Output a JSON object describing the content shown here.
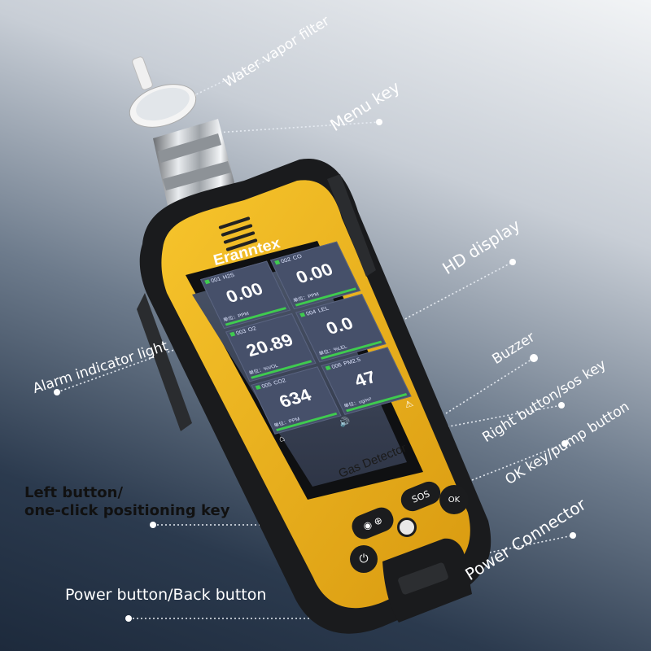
{
  "labels": {
    "water_vapor_filter": "Water vapor filter",
    "menu_key": "Menu key",
    "hd_display": "HD display",
    "buzzer": "Buzzer",
    "right_button": "Right button/sos key",
    "ok_key": "OK key/pump button",
    "power_connector": "Power Connector",
    "alarm_light": "Alarm indicator light",
    "left_button_line1": "Left button/",
    "left_button_line2": "one-click positioning key",
    "power_button": "Power button/Back button"
  },
  "device": {
    "brand": "Eranntex",
    "screen_title": "Gas Detector",
    "sos_key": "SOS",
    "ok_key": "OK",
    "screen_footer_left": "⌂",
    "screen_footer_mid": "🔊",
    "screen_footer_right": "⚠",
    "tiles": [
      {
        "id": "001",
        "gas": "H2S",
        "value": "0.00",
        "unit_label": "单位：PPM"
      },
      {
        "id": "002",
        "gas": "CO",
        "value": "0.00",
        "unit_label": "单位：PPM"
      },
      {
        "id": "003",
        "gas": "O2",
        "value": "20.89",
        "unit_label": "单位：%VOL"
      },
      {
        "id": "004",
        "gas": "LEL",
        "value": "0.0",
        "unit_label": "单位：%LEL"
      },
      {
        "id": "005",
        "gas": "CO2",
        "value": "634",
        "unit_label": "单位：PPM"
      },
      {
        "id": "006",
        "gas": "PM2.5",
        "value": "47",
        "unit_label": "单位：ug/m³"
      }
    ]
  },
  "colors": {
    "housing_yellow": "#f2b51d",
    "housing_black": "#1a1b1d",
    "screen_bg": "#3b4456",
    "tile_bg": "#46506a",
    "accent_green": "#3fcb4f",
    "label_white": "#ffffff"
  }
}
